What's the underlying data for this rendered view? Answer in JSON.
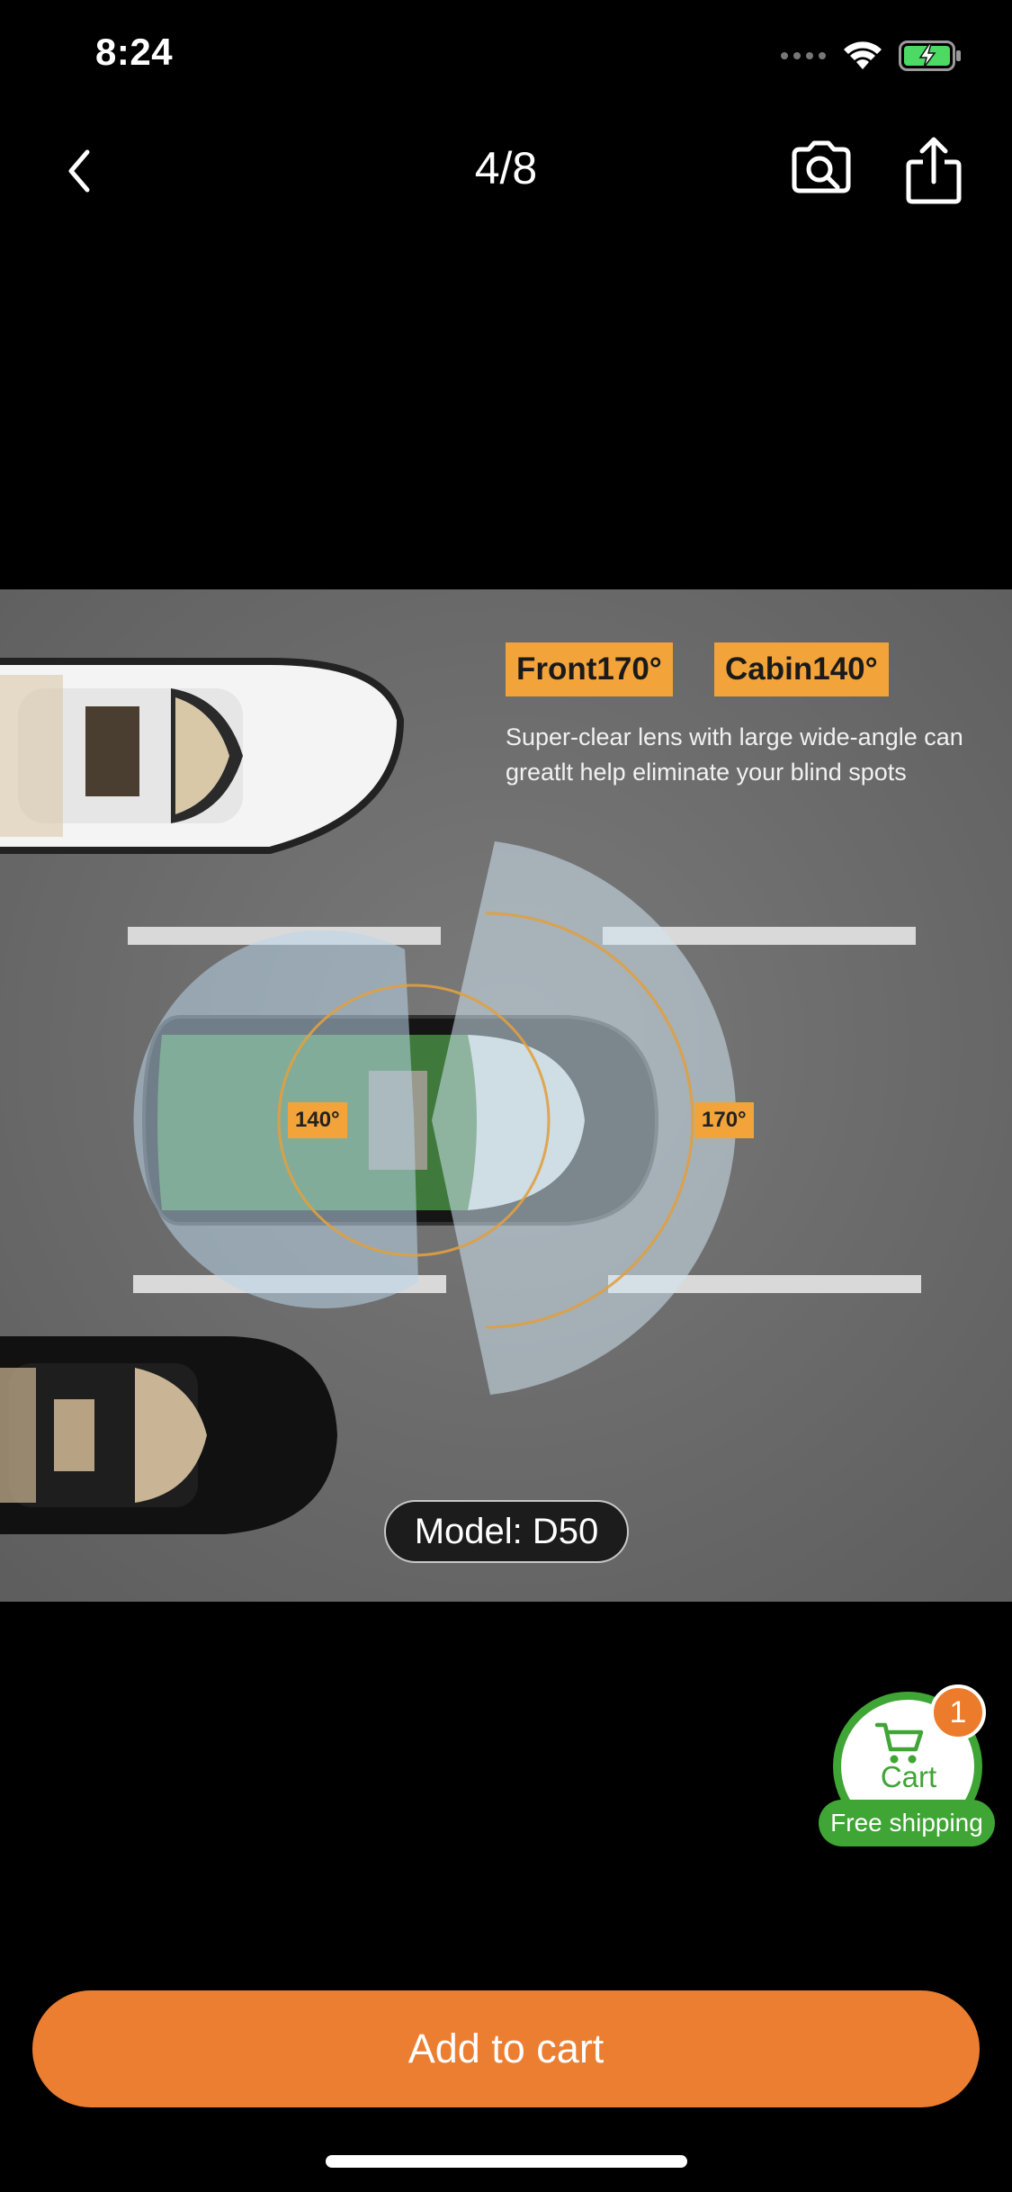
{
  "status_bar": {
    "time": "8:24",
    "icons": [
      "signal-dots-icon",
      "wifi-icon",
      "battery-charging-icon"
    ]
  },
  "nav": {
    "back_icon": "chevron-left-icon",
    "page_indicator": "4/8",
    "scan_icon": "visual-search-icon",
    "share_icon": "share-icon"
  },
  "product_image": {
    "tag_front": "Front170°",
    "tag_cabin": "Cabin140°",
    "tagline": "Super-clear lens with large wide-angle can greatlt help eliminate your blind spots",
    "angle_cabin": "140°",
    "angle_front": "170°",
    "model": "Model: D50"
  },
  "cart": {
    "icon": "cart-icon",
    "label": "Cart",
    "badge_count": "1",
    "free_shipping": "Free shipping"
  },
  "primary_action": {
    "label": "Add to cart"
  },
  "colors": {
    "accent_orange": "#ec7e31",
    "cart_green": "#3fa535",
    "tag_orange": "#f2a43a",
    "background": "#000000"
  }
}
